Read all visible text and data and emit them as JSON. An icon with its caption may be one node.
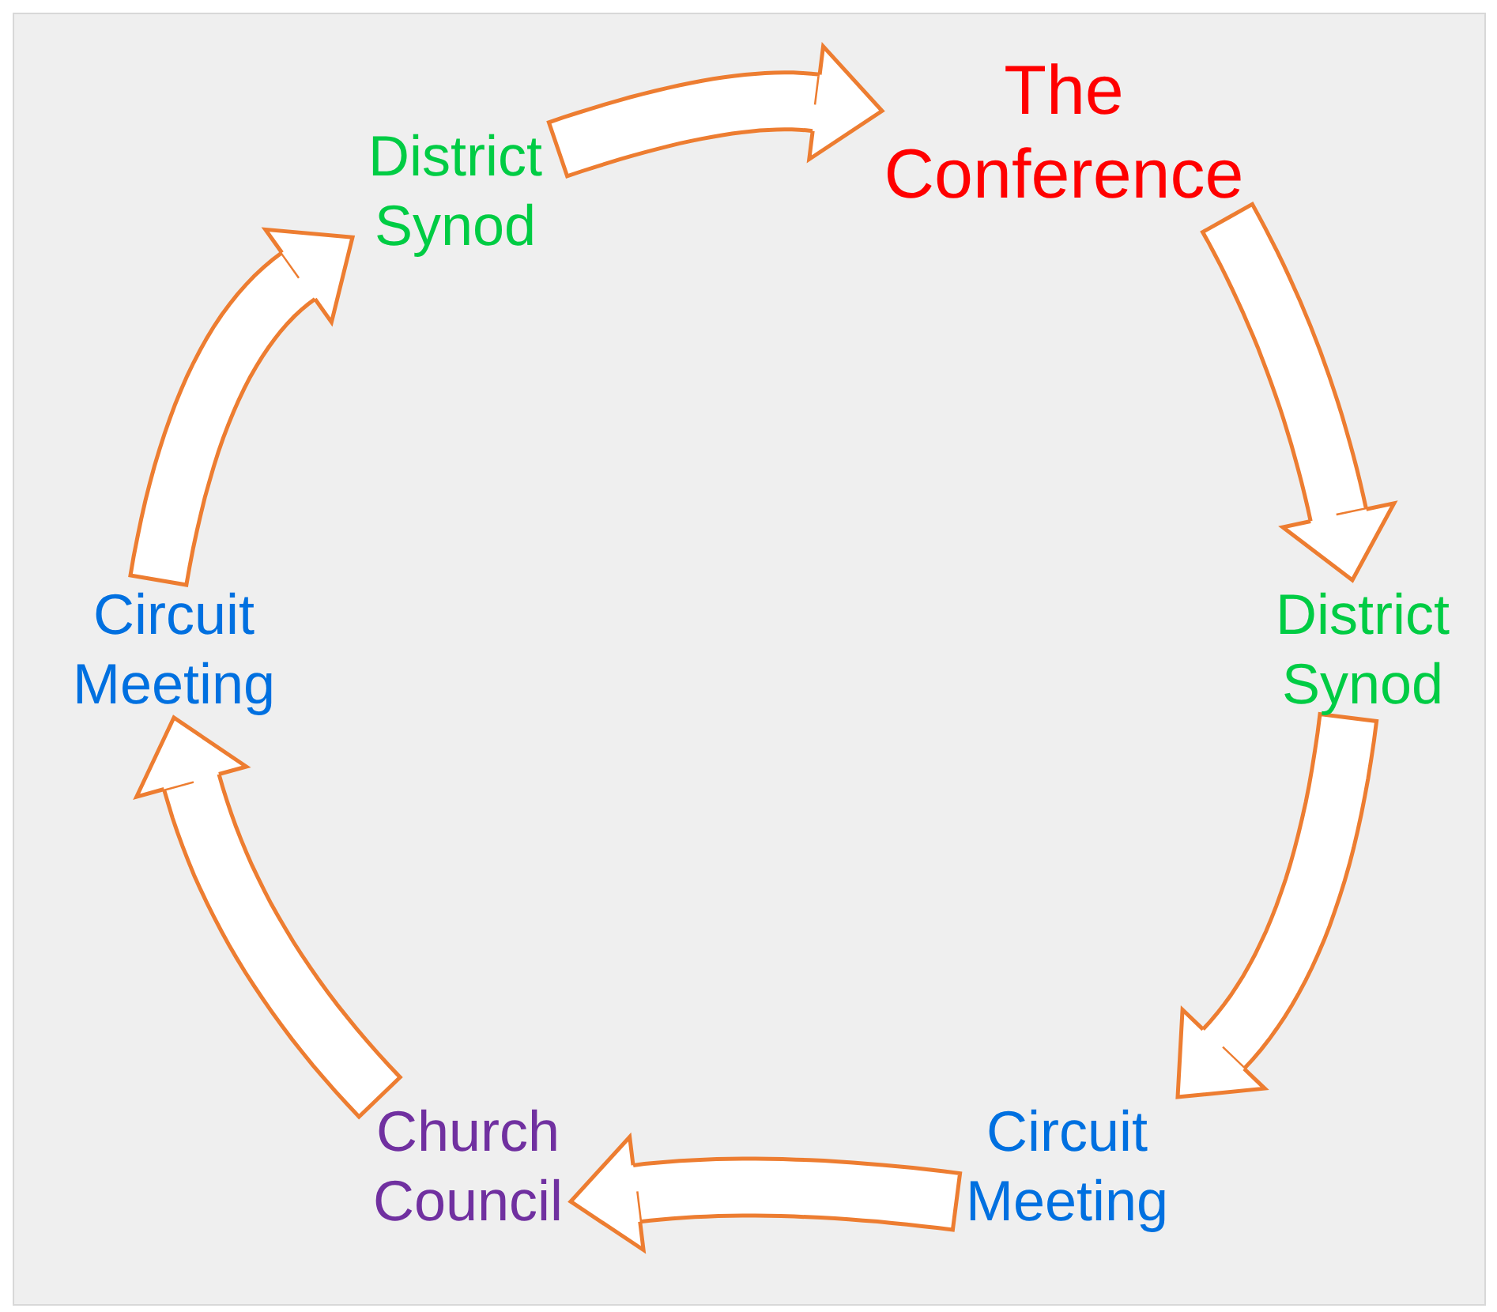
{
  "diagram": {
    "nodes": [
      {
        "text": [
          "The Conference"
        ]
      },
      {
        "text": [
          "District Synod"
        ]
      },
      {
        "text": [
          "Circuit Meeting"
        ]
      },
      {
        "text": [
          "Church Council"
        ]
      },
      {
        "text": [
          "Circuit Meeting"
        ]
      },
      {
        "text": [
          "District Synod"
        ]
      }
    ],
    "edges": [
      {
        "from": 0,
        "to": 1,
        "arrow": "to"
      },
      {
        "from": 1,
        "to": 2,
        "arrow": "to"
      },
      {
        "from": 2,
        "to": 3,
        "arrow": "to"
      },
      {
        "from": 3,
        "to": 4,
        "arrow": "to"
      },
      {
        "from": 4,
        "to": 5,
        "arrow": "to"
      },
      {
        "from": 5,
        "to": 0,
        "arrow": "to"
      }
    ]
  }
}
